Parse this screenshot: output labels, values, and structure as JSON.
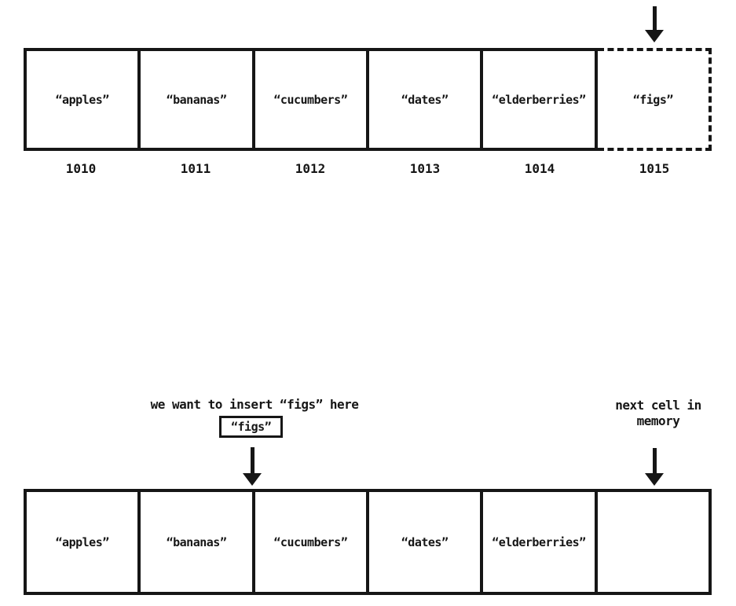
{
  "colors": {
    "ink": "#161616",
    "paper": "#ffffff"
  },
  "top_diagram": {
    "description_icons": {
      "new_cell_arrow": "arrow-down"
    },
    "cells": [
      {
        "label": "“apples”",
        "address": "1010",
        "style": "solid"
      },
      {
        "label": "“bananas”",
        "address": "1011",
        "style": "solid"
      },
      {
        "label": "“cucumbers”",
        "address": "1012",
        "style": "solid"
      },
      {
        "label": "“dates”",
        "address": "1013",
        "style": "solid"
      },
      {
        "label": "“elderberries”",
        "address": "1014",
        "style": "solid"
      },
      {
        "label": "“figs”",
        "address": "1015",
        "style": "dashed"
      }
    ]
  },
  "bottom_diagram": {
    "insert_caption": "we want to insert “figs” here",
    "insert_value": "“figs”",
    "next_cell_caption": "next cell in\nmemory",
    "description_icons": {
      "insert_arrow": "arrow-down",
      "next_cell_arrow": "arrow-down"
    },
    "cells": [
      {
        "label": "“apples”"
      },
      {
        "label": "“bananas”"
      },
      {
        "label": "“cucumbers”"
      },
      {
        "label": "“dates”"
      },
      {
        "label": "“elderberries”"
      },
      {
        "label": ""
      }
    ]
  }
}
